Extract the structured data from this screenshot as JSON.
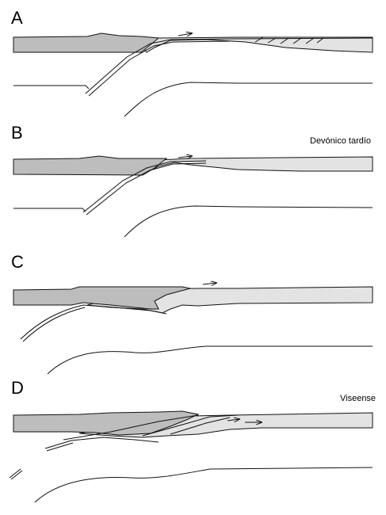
{
  "panels": [
    {
      "letter": "A",
      "note": ""
    },
    {
      "letter": "B",
      "note": "Devónico tardío"
    },
    {
      "letter": "C",
      "note": ""
    },
    {
      "letter": "D",
      "note": "Viseense"
    }
  ],
  "colors": {
    "dark_crust": "#bdbdbd",
    "light_crust": "#e3e3e3",
    "line": "#111111",
    "background": "#ffffff"
  }
}
